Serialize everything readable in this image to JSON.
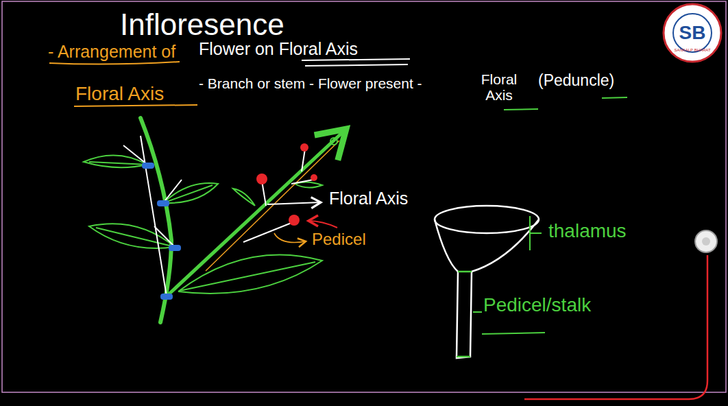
{
  "diagram": {
    "title": "Infloresence",
    "labels": [
      "- Arrangement of",
      "Flower on Floral Axis",
      "Floral Axis",
      "- Branch or stem - Flower present -",
      "Floral Axis",
      "(Peduncle)",
      "Floral Axis",
      "Pedicel",
      "thalamus",
      "Pedicel/stalk",
      "SB",
      "SANKALP BHARAT"
    ]
  }
}
